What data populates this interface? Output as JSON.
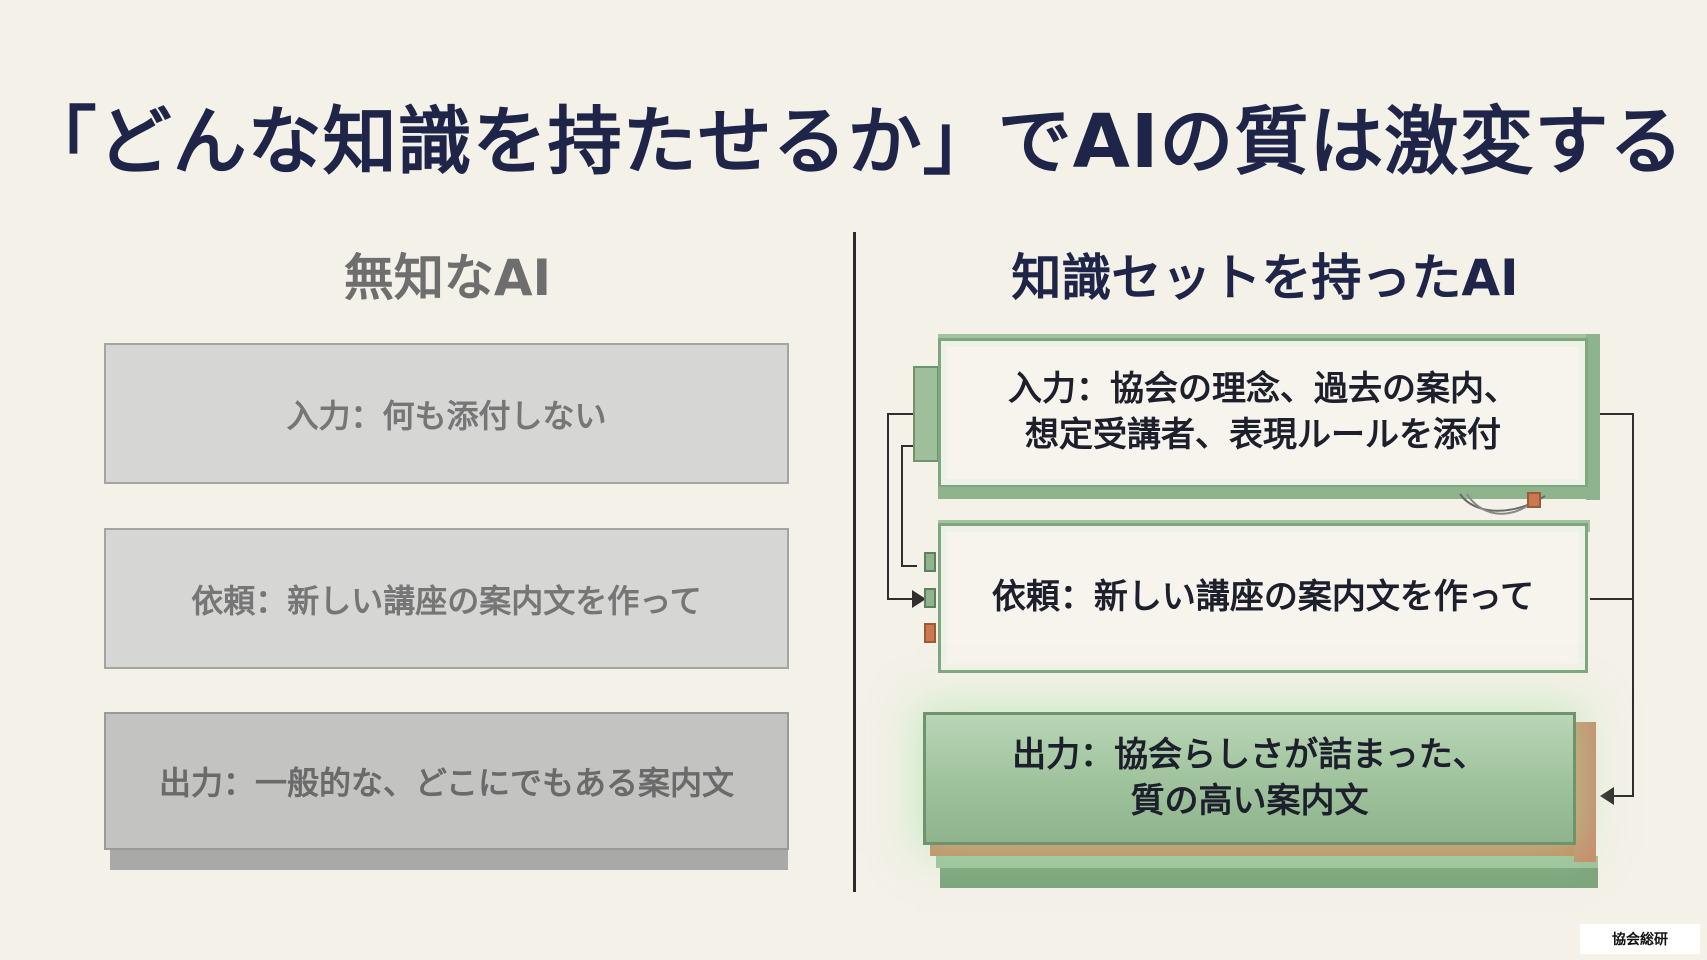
{
  "title": "「どんな知識を持たせるか」でAIの質は激変する",
  "left": {
    "heading": "無知なAI",
    "input": "入力：何も添付しない",
    "request": "依頼：新しい講座の案内文を作って",
    "output": "出力：一般的な、どこにでもある案内文"
  },
  "right": {
    "heading": "知識セットを持ったAI",
    "input_line1": "入力：協会の理念、過去の案内、",
    "input_line2": "想定受講者、表現ルールを添付",
    "request": "依頼：新しい講座の案内文を作って",
    "output_line1": "出力：協会らしさが詰まった、",
    "output_line2": "質の高い案内文"
  },
  "logo": "協会総研"
}
